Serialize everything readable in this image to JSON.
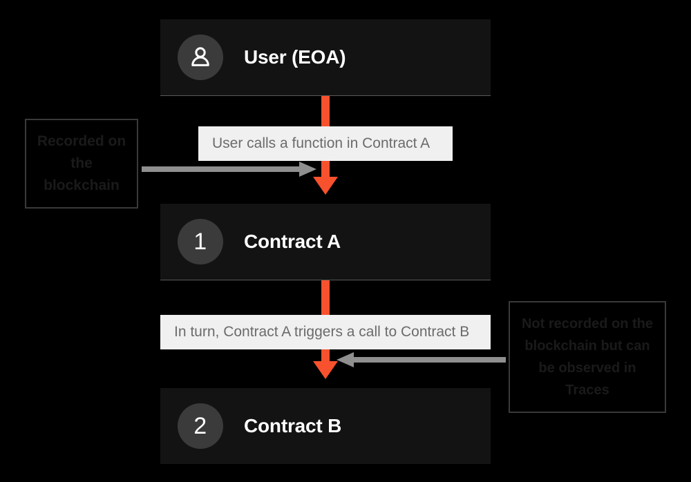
{
  "diagram": {
    "title": "Transaction call flow",
    "background_color": "#000000",
    "accent_color": "#f8512e",
    "node_fill_color": "#131313",
    "badge_color": "#3b3b3b",
    "chip_background_color": "#f0f0f0",
    "chip_text_color": "#6b6b6b",
    "connector_color": "#8f8f8f",
    "callout_border_color": "#3a3a3a",
    "callout_text_color": "#1a1a1a"
  },
  "nodes": [
    {
      "id": "user",
      "badge": "",
      "badge_icon": "user-person-icon",
      "label": "User (EOA)"
    },
    {
      "id": "contract-a",
      "badge": "1",
      "badge_icon": "",
      "label": "Contract A"
    },
    {
      "id": "contract-b",
      "badge": "2",
      "badge_icon": "",
      "label": "Contract B"
    }
  ],
  "step_labels": [
    {
      "id": "step-1",
      "text": "User calls a function in Contract A"
    },
    {
      "id": "step-2",
      "text": "In turn, Contract A triggers a call to Contract B"
    }
  ],
  "callouts": [
    {
      "id": "callout-recorded",
      "text": "Recorded on the blockchain",
      "points_to": "step-1"
    },
    {
      "id": "callout-not-recorded",
      "text": "Not recorded on the blockchain but can be observed in Traces",
      "points_to": "step-2"
    }
  ],
  "arrows": [
    {
      "id": "flow-arrow-1",
      "from": "user",
      "to": "contract-a",
      "direction": "down",
      "color": "#f8512e"
    },
    {
      "id": "flow-arrow-2",
      "from": "contract-a",
      "to": "contract-b",
      "direction": "down",
      "color": "#f8512e"
    },
    {
      "id": "annotation-arrow-1",
      "from": "callout-recorded",
      "to": "flow-arrow-1",
      "direction": "right",
      "color": "#8f8f8f"
    },
    {
      "id": "annotation-arrow-2",
      "from": "callout-not-recorded",
      "to": "flow-arrow-2",
      "direction": "left",
      "color": "#8f8f8f"
    }
  ]
}
